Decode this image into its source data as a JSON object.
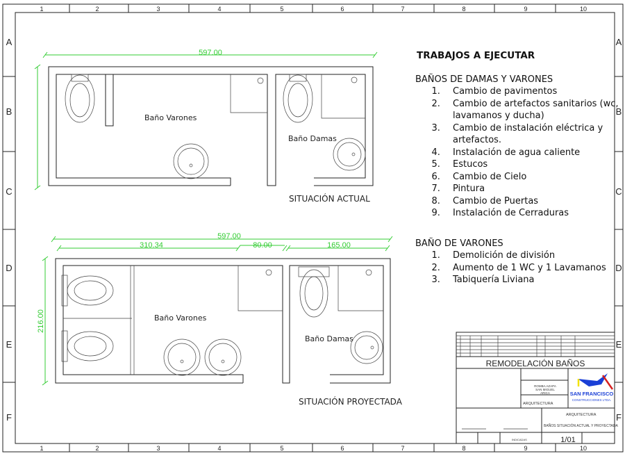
{
  "grid": {
    "columns": [
      "1",
      "2",
      "3",
      "4",
      "5",
      "6",
      "7",
      "8",
      "9",
      "10"
    ],
    "rows": [
      "A",
      "B",
      "C",
      "D",
      "E",
      "F"
    ]
  },
  "plan_actual": {
    "dimension_total": "597.00",
    "room_varones": "Baño Varones",
    "room_damas": "Baño Damas",
    "caption": "SITUACIÓN ACTUAL"
  },
  "plan_proyectada": {
    "dimension_total": "597.00",
    "dimension_1": "310.34",
    "dimension_2": "80.00",
    "dimension_3": "165.00",
    "dimension_height": "216.00",
    "room_varones": "Baño Varones",
    "room_damas": "Baño Damas",
    "caption": "SITUACIÓN PROYECTADA"
  },
  "notes": {
    "title": "TRABAJOS A EJECUTAR",
    "section1": {
      "heading": "BAÑOS DE DAMAS Y VARONES",
      "items": [
        "Cambio de pavimentos",
        "Cambio de artefactos sanitarios (wc, lavamanos y ducha)",
        "Cambio de instalación eléctrica y artefactos.",
        "Instalación de agua caliente",
        "Estucos",
        "Cambio de Cielo",
        "Pintura",
        "Cambio de Puertas",
        "Instalación de Cerraduras"
      ]
    },
    "section2": {
      "heading": "BAÑO DE VARONES",
      "items": [
        "Demolición de división",
        "Aumento de 1 WC y 1 Lavamanos",
        "Tabiquería Liviana"
      ]
    }
  },
  "title_block": {
    "project_title": "REMODELACIÓN BAÑOS",
    "address": [
      "ROMBA AZAPA",
      "SAN MIGUEL",
      "ARICA"
    ],
    "specialty": "ARQUITECTURA",
    "drawing_specialty": "ARQUITECTURA",
    "content": "BAÑOS SITUACIÓN ACTUAL Y PROYECTADA",
    "sheet": "1/01",
    "company_name": "SAN FRANCISCO",
    "company_sub": "CONSTRUCCIONES LTDA.",
    "scale": "INDICADAS"
  },
  "colors": {
    "dimension": "#33cc33",
    "logo_blue": "#1a3fd6",
    "logo_red": "#d62020",
    "logo_yellow": "#f2e200"
  }
}
